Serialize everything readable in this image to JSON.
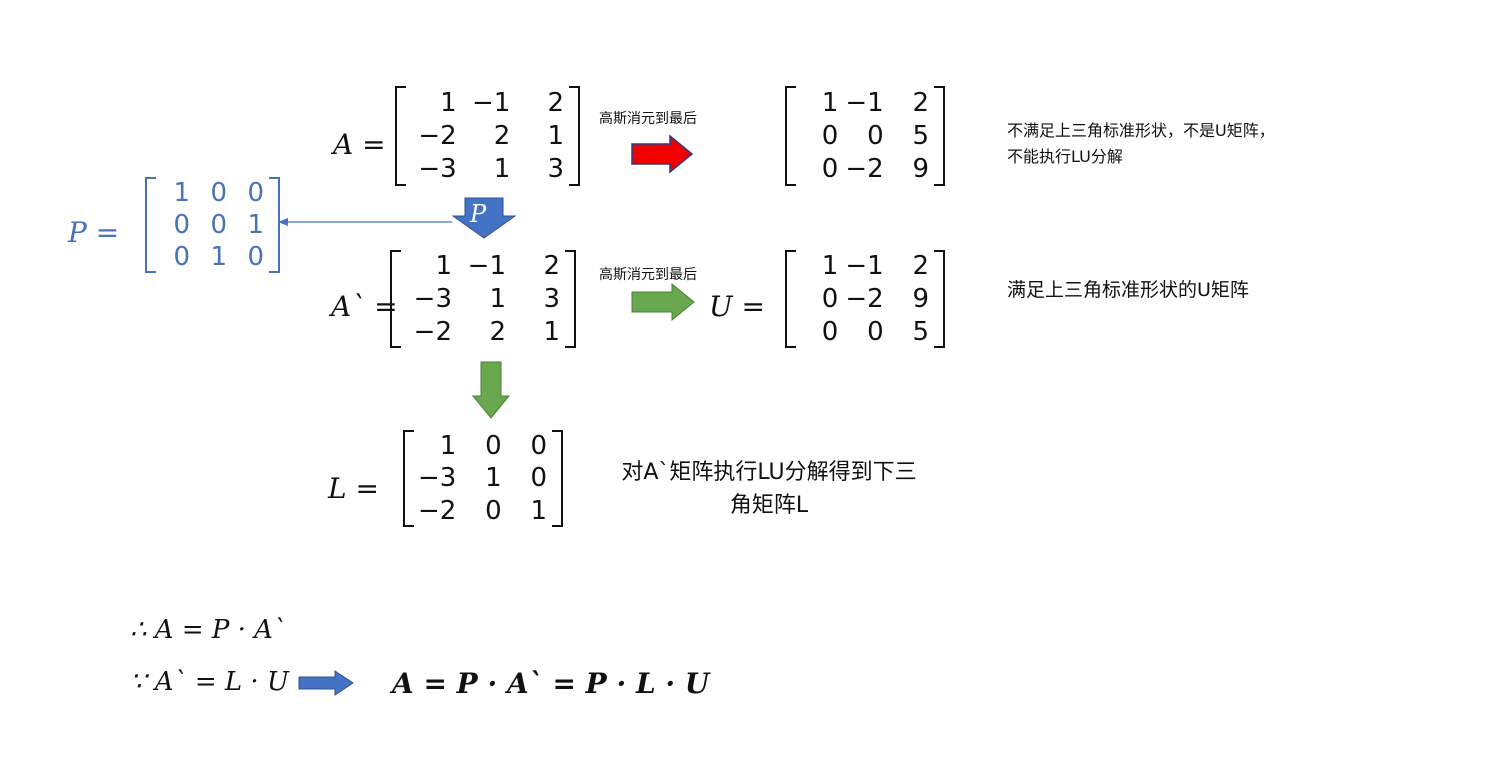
{
  "colors": {
    "red_arrow": "#f20000",
    "green_arrow": "#6aa84f",
    "blue_arrow": "#4472c4",
    "blue_text": "#4a72b8"
  },
  "labels": {
    "A_eq": "A =",
    "Aprime_eq": "A` =",
    "U_eq": "U =",
    "L_eq": "L =",
    "P_eq": "P =",
    "P_arrow": "P"
  },
  "matrices": {
    "A": [
      [
        "1",
        "−1",
        "2"
      ],
      [
        "−2",
        "2",
        "1"
      ],
      [
        "−3",
        "1",
        "3"
      ]
    ],
    "A_elim": [
      [
        "1",
        "−1",
        "2"
      ],
      [
        "0",
        "0",
        "5"
      ],
      [
        "0",
        "−2",
        "9"
      ]
    ],
    "P": [
      [
        "1",
        "0",
        "0"
      ],
      [
        "0",
        "0",
        "1"
      ],
      [
        "0",
        "1",
        "0"
      ]
    ],
    "Aprime": [
      [
        "1",
        "−1",
        "2"
      ],
      [
        "−3",
        "1",
        "3"
      ],
      [
        "−2",
        "2",
        "1"
      ]
    ],
    "U": [
      [
        "1",
        "−1",
        "2"
      ],
      [
        "0",
        "−2",
        "9"
      ],
      [
        "0",
        "0",
        "5"
      ]
    ],
    "L": [
      [
        "1",
        "0",
        "0"
      ],
      [
        "−3",
        "1",
        "0"
      ],
      [
        "−2",
        "0",
        "1"
      ]
    ]
  },
  "notes": {
    "gauss_1": "高斯消元到最后",
    "gauss_2": "高斯消元到最后",
    "not_upper_1": "不满足上三角标准形状，不是U矩阵，",
    "not_upper_2": "不能执行LU分解",
    "is_upper": "满足上三角标准形状的U矩阵",
    "lu_desc_1": "对A`矩阵执行LU分解得到下三",
    "lu_desc_2": "角矩阵L"
  },
  "formulas": {
    "therefore": "∴ A = P · A`",
    "because": "∵ A` = L · U",
    "result": "A = P · A` = P · L · U"
  }
}
